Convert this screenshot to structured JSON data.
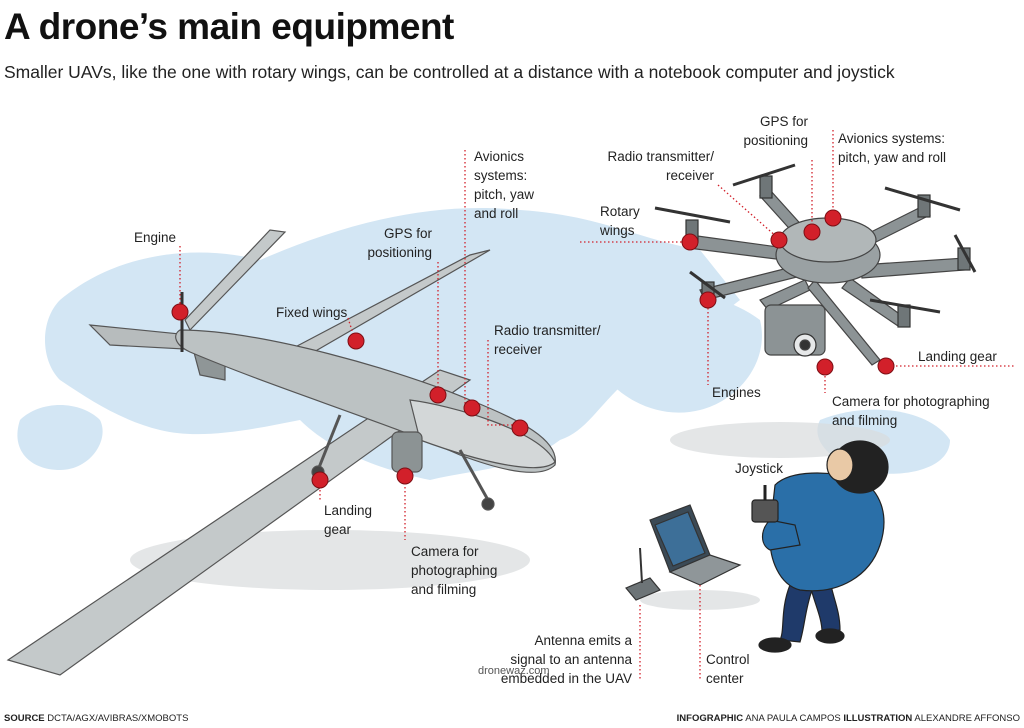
{
  "title": "A drone’s main equipment",
  "subtitle": "Smaller UAVs, like the one with rotary wings, can be controlled at a distance with a notebook computer and joystick",
  "fixed_wing_labels": {
    "engine": "Engine",
    "fixed_wings": "Fixed wings",
    "gps": "GPS for\npositioning",
    "avionics": "Avionics\nsystems:\npitch, yaw\nand roll",
    "radio": "Radio transmitter/\nreceiver",
    "landing_gear": "Landing\ngear",
    "camera": "Camera for\nphotographing\nand filming"
  },
  "rotary_labels": {
    "gps": "GPS for\npositioning",
    "avionics": "Avionics systems:\npitch, yaw and roll",
    "radio": "Radio transmitter/\nreceiver",
    "rotary_wings": "Rotary\nwings",
    "landing_gear": "Landing gear",
    "engines": "Engines",
    "camera": "Camera for photographing\nand filming"
  },
  "ground_labels": {
    "joystick": "Joystick",
    "antenna": "Antenna emits a\nsignal to an antenna\nembedded in the UAV",
    "control_center": "Control\ncenter"
  },
  "watermark": "dronewaz.com",
  "footer": {
    "source_label": "SOURCE",
    "source_text": "DCTA/AGX/AVIBRAS/XMOBOTS",
    "infographic_label": "INFOGRAPHIC",
    "infographic_text": "ANA PAULA CAMPOS",
    "illustration_label": "ILLUSTRATION",
    "illustration_text": "ALEXANDRE AFFONSO"
  },
  "colors": {
    "marker": "#d2202a",
    "leader": "#d2202a",
    "map": "#d3e6f4",
    "drone_body": "#b9bfc0",
    "drone_dark": "#7d8486",
    "shirt": "#2a6fa8"
  }
}
